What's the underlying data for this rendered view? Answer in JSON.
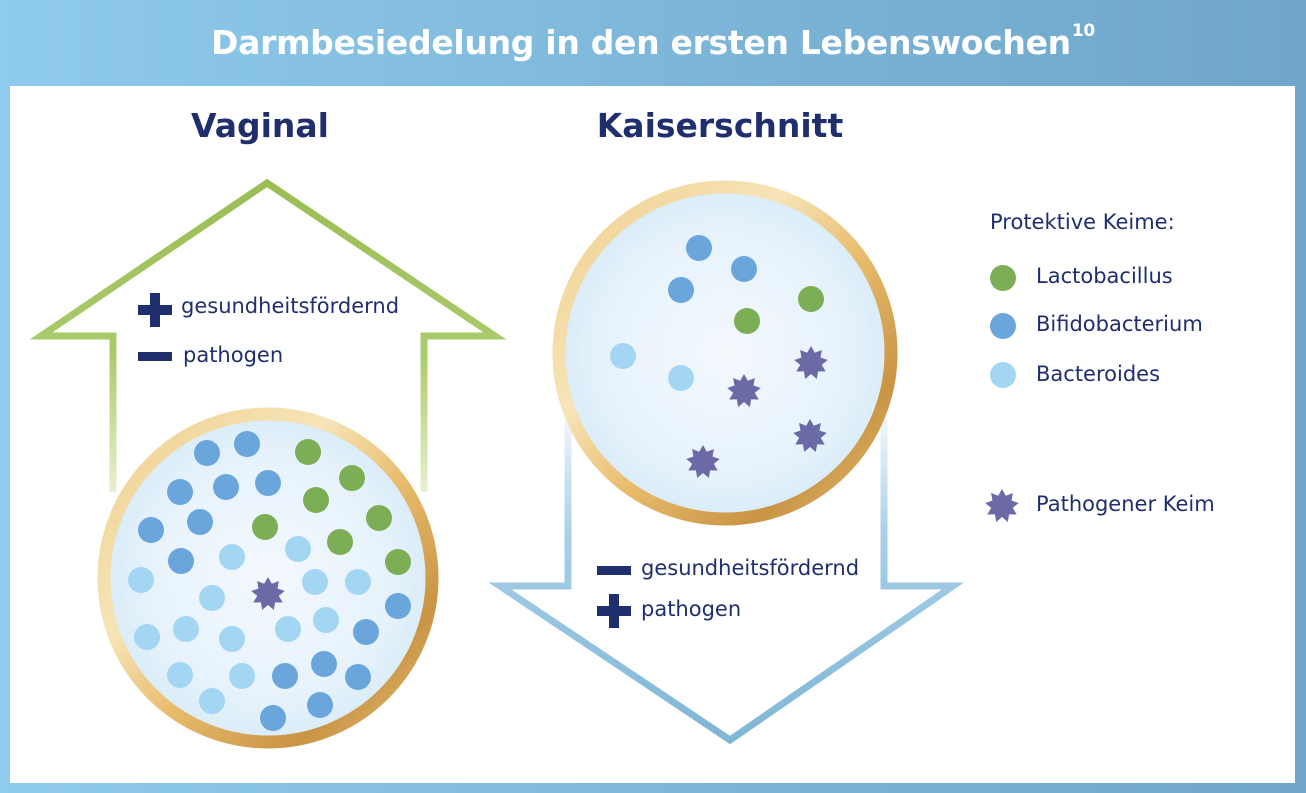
{
  "title": "Darmbesiedelung in den ersten Lebenswochen",
  "title_superscript": "10",
  "vaginal": {
    "heading": "Vaginal",
    "plus_label": "gesundheitsfördernd",
    "minus_label": "pathogen"
  },
  "kaiserschnitt": {
    "heading": "Kaiserschnitt",
    "minus_label": "gesundheitsfördernd",
    "plus_label": "pathogen"
  },
  "legend": {
    "title": "Protektive Keime:",
    "items": [
      {
        "label": "Lactobacillus",
        "color": "#7cae55"
      },
      {
        "label": "Bifidobacterium",
        "color": "#6aa6dc"
      },
      {
        "label": "Bacteroides",
        "color": "#a3d6f3"
      }
    ],
    "pathogen": {
      "label": "Pathogener Keim",
      "color": "#6a6aa6"
    }
  },
  "colors": {
    "navy": "#1f2f6e",
    "arrow_up": "#9bbd55",
    "arrow_down": "#7fb6d6",
    "ring_gold": "#e6b869",
    "dish_fill": "#e5f2fb"
  }
}
